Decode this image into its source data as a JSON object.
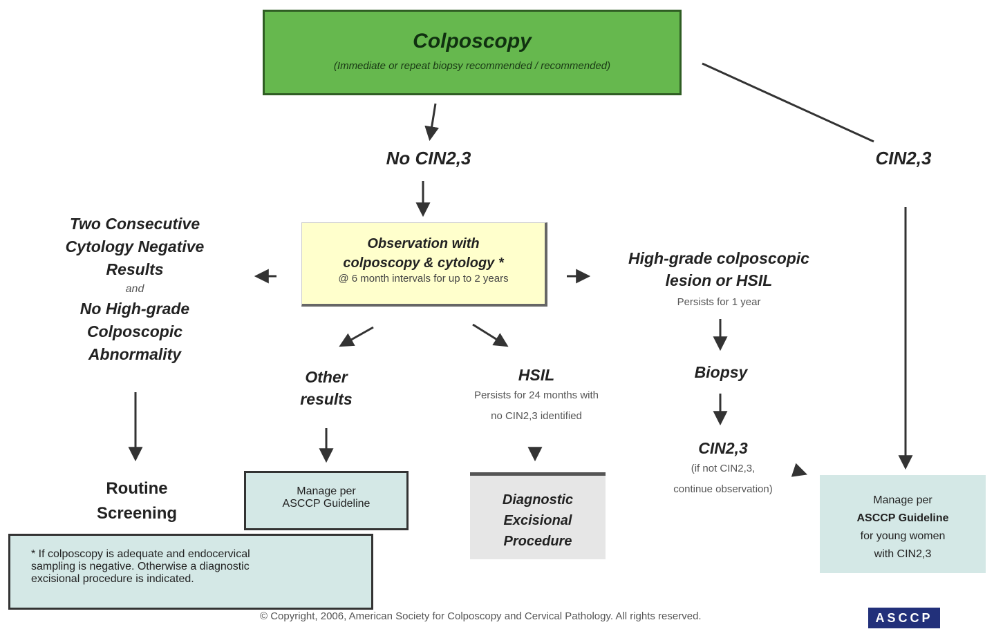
{
  "colposcopy": {
    "title": "Colposcopy",
    "subtitle": "(Immediate or repeat biopsy recommended / recommended)"
  },
  "branches": {
    "no_cin": "No CIN2,3",
    "cin": "CIN2,3"
  },
  "observation": {
    "title_line1": "Observation with",
    "title_line2": "colposcopy & cytology *",
    "subtitle": "@ 6 month intervals for up to 2 years"
  },
  "left_outcome": {
    "line1": "Two Consecutive",
    "line2": "Cytology Negative",
    "line3": "Results",
    "and": "and",
    "line4": "No High-grade",
    "line5": "Colposcopic",
    "line6": "Abnormality"
  },
  "routine": {
    "line1": "Routine",
    "line2": "Screening"
  },
  "right_outcome": {
    "line1": "High-grade colposcopic",
    "line2": "lesion or HSIL",
    "subtitle": "Persists for 1 year"
  },
  "other_results": {
    "line1": "Other",
    "line2": "results"
  },
  "manage_asc": {
    "line1": "Manage per",
    "line2": "ASCCP Guideline"
  },
  "hsil": {
    "title": "HSIL",
    "subtitle_line1": "Persists for 24 months with",
    "subtitle_line2": "no CIN2,3 identified"
  },
  "dep": {
    "line1": "Diagnostic",
    "line2": "Excisional",
    "line3": "Procedure"
  },
  "biopsy": "Biopsy",
  "cin_result": {
    "title": "CIN2,3",
    "subtitle_line1": "(if not CIN2,3,",
    "subtitle_line2": "continue observation)"
  },
  "manage_cin": {
    "line1": "Manage per",
    "line2": "ASCCP Guideline",
    "line3": "for young women",
    "line4": "with CIN2,3"
  },
  "note": {
    "line1": "* If colposcopy is adequate and endocervical",
    "line2": "sampling is negative. Otherwise a diagnostic",
    "line3": "excisional procedure is indicated."
  },
  "footer": "© Copyright, 2006, American Society for Colposcopy and Cervical Pathology. All rights reserved.",
  "logo": "ASCCP",
  "colors": {
    "colposcopy_fill": "#66b84e",
    "observation_fill": "#ffffcc",
    "manage_fill": "#d4e8e6",
    "dep_fill": "#e6e6e6",
    "logo_fill": "#22307a"
  }
}
